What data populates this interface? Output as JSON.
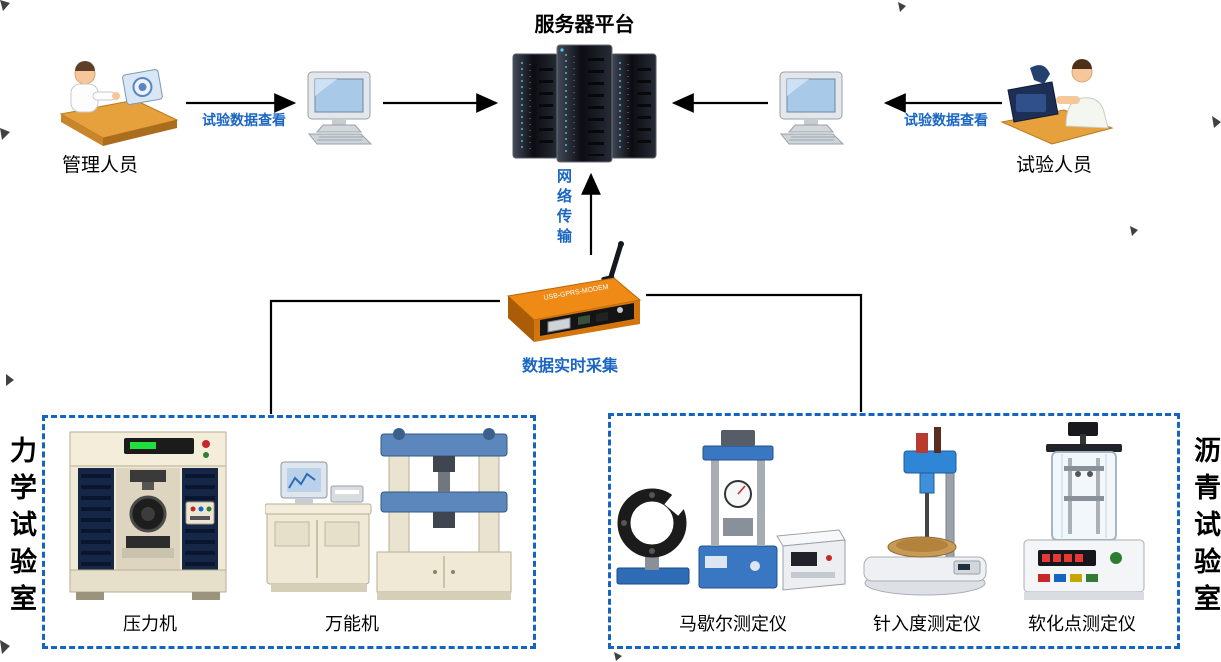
{
  "title": "服务器平台",
  "actors": {
    "manager": {
      "label": "管理人员",
      "action": "试验数据查看"
    },
    "tester": {
      "label": "试验人员",
      "action": "试验数据查看"
    }
  },
  "network": {
    "transmission_label": "网络传输",
    "collection_label": "数据实时采集",
    "modem_text": "USB-GPRS-MODEM"
  },
  "labs": {
    "mechanics": {
      "label": "力学试验室",
      "devices": [
        {
          "name": "压力机"
        },
        {
          "name": "万能机"
        }
      ]
    },
    "asphalt": {
      "label": "沥青试验室",
      "devices": [
        {
          "name": "马歇尔测定仪"
        },
        {
          "name": "针入度测定仪"
        },
        {
          "name": "软化点测定仪"
        }
      ]
    }
  },
  "colors": {
    "accent_blue_text": "#1a66c2",
    "dashed_box_blue": "#1565c0",
    "connector_black": "#000000",
    "modem_orange": "#f08a17",
    "machine_cream": "#efe9d6",
    "machine_navy": "#152646",
    "machine_blue": "#5b87bd"
  }
}
